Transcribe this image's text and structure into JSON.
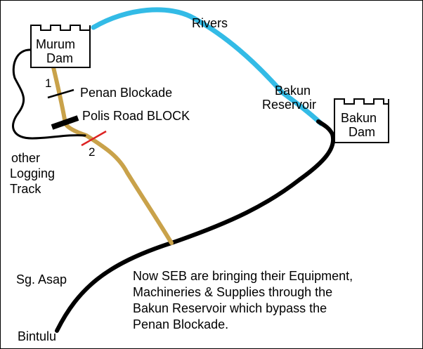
{
  "labels": {
    "murum_dam": [
      "Murum",
      "Dam"
    ],
    "bakun_dam": [
      "Bakun",
      "Dam"
    ],
    "rivers": "Rivers",
    "bakun_reservoir": [
      "Bakun",
      "Reservoir"
    ],
    "penan_blockade": "Penan Blockade",
    "polis_road_block": "Polis Road BLOCK",
    "other_logging_track": [
      "other",
      "Logging",
      "Track"
    ],
    "marker_1": "1",
    "marker_2": "2",
    "sg_asap": "Sg. Asap",
    "bintulu": "Bintulu"
  },
  "note": [
    "Now SEB are bringing their Equipment,",
    "Machineries & Supplies through the",
    "Bakun Reservoir which bypass the",
    "Penan Blockade."
  ],
  "colors": {
    "river": "#33bbe6",
    "logging_road": "#c9a24a",
    "main_road": "#000000",
    "blockade_cross": "#dd2222"
  }
}
